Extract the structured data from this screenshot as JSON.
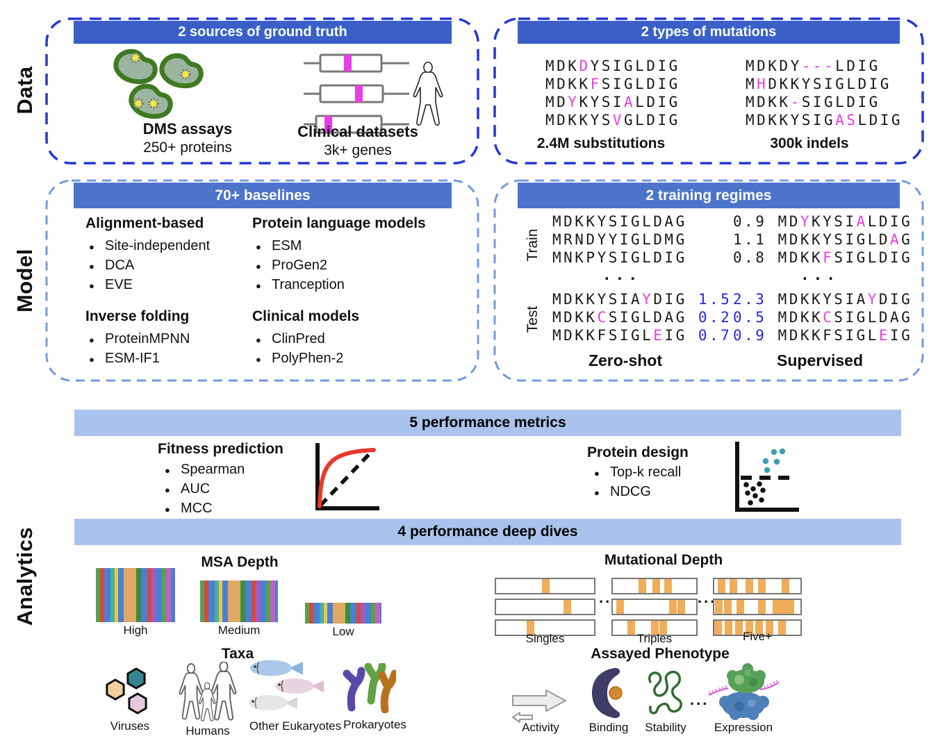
{
  "side_labels": {
    "data": "Data",
    "model": "Model",
    "analytics": "Analytics"
  },
  "colors": {
    "banner_dark_blue": "#3a60c8",
    "banner_model_blue": "#4c74cb",
    "banner_light_blue": "#a9c3ec",
    "data_box_border": "#2337d6",
    "model_box_border": "#6f9be0",
    "mutation_magenta": "#e83ee8",
    "score_blue": "#2626dc",
    "mutation_mark_orange": "#f0ad5a",
    "roc_curve_red": "#e8392e",
    "scatter_dot_teal": "#3d9fb0"
  },
  "ground_truth": {
    "title": "2 sources of ground truth",
    "dms_title": "DMS assays",
    "dms_subtitle": "250+ proteins",
    "clinical_title": "Clinical datasets",
    "clinical_subtitle": "3k+ genes"
  },
  "mutations": {
    "title": "2 types of mutations",
    "substitutions_label": "2.4M substitutions",
    "indels_label": "300k indels",
    "substitution_rows": [
      [
        {
          "t": "MDK"
        },
        {
          "t": "D",
          "c": "m"
        },
        {
          "t": "YSIGLDIG"
        }
      ],
      [
        {
          "t": "MDKK"
        },
        {
          "t": "F",
          "c": "m"
        },
        {
          "t": "SIGLDIG"
        }
      ],
      [
        {
          "t": "MD"
        },
        {
          "t": "Y",
          "c": "m"
        },
        {
          "t": "KYSI"
        },
        {
          "t": "A",
          "c": "m"
        },
        {
          "t": "LDIG"
        }
      ],
      [
        {
          "t": "MDKKYS"
        },
        {
          "t": "V",
          "c": "m"
        },
        {
          "t": "GLDIG"
        }
      ]
    ],
    "indel_rows": [
      [
        {
          "t": "MDKDY"
        },
        {
          "t": "---",
          "c": "m"
        },
        {
          "t": "LDIG"
        }
      ],
      [
        {
          "t": "M"
        },
        {
          "t": "H",
          "c": "m"
        },
        {
          "t": "DKKYSIGLDIG"
        }
      ],
      [
        {
          "t": "MDKK"
        },
        {
          "t": "-",
          "c": "m"
        },
        {
          "t": "SIGLDIG"
        }
      ],
      [
        {
          "t": "MDKKYSIG"
        },
        {
          "t": "AS",
          "c": "m"
        },
        {
          "t": "LDIG"
        }
      ]
    ]
  },
  "baselines": {
    "title": "70+ baselines",
    "groups": [
      {
        "title": "Alignment-based",
        "items": [
          "Site-independent",
          "DCA",
          "EVE"
        ]
      },
      {
        "title": "Protein language models",
        "items": [
          "ESM",
          "ProGen2",
          "Tranception"
        ]
      },
      {
        "title": "Inverse folding",
        "items": [
          "ProteinMPNN",
          "ESM-IF1"
        ]
      },
      {
        "title": "Clinical models",
        "items": [
          "ClinPred",
          "PolyPhen-2"
        ]
      }
    ]
  },
  "training": {
    "title": "2 training regimes",
    "train_label": "Train",
    "test_label": "Test",
    "ellipsis": "...",
    "zero_shot_label": "Zero-shot",
    "supervised_label": "Supervised",
    "zero_shot_train": [
      [
        {
          "t": "MDKKYSIGLDAG"
        }
      ],
      [
        {
          "t": "MRNDYYIGLDMG"
        }
      ],
      [
        {
          "t": "MNKPYSIGLDIG"
        }
      ]
    ],
    "zero_shot_test": [
      [
        {
          "t": "MDKKYSIA"
        },
        {
          "t": "Y",
          "c": "m"
        },
        {
          "t": "DIG "
        },
        {
          "t": "1.5",
          "c": "b"
        }
      ],
      [
        {
          "t": "MDKK"
        },
        {
          "t": "C",
          "c": "m"
        },
        {
          "t": "SIGLDAG "
        },
        {
          "t": "0.2",
          "c": "b"
        }
      ],
      [
        {
          "t": "MDKKFSIGL"
        },
        {
          "t": "E",
          "c": "m"
        },
        {
          "t": "IG "
        },
        {
          "t": "0.7",
          "c": "b"
        }
      ]
    ],
    "supervised_train": [
      [
        {
          "t": "0.9 MD"
        },
        {
          "t": "Y",
          "c": "m"
        },
        {
          "t": "KYSI"
        },
        {
          "t": "A",
          "c": "m"
        },
        {
          "t": "LDIG"
        }
      ],
      [
        {
          "t": "1.1 MDKKYSIGLD"
        },
        {
          "t": "A",
          "c": "m"
        },
        {
          "t": "G"
        }
      ],
      [
        {
          "t": "0.8 MDKK"
        },
        {
          "t": "F",
          "c": "m"
        },
        {
          "t": "SIGLDIG"
        }
      ]
    ],
    "supervised_test": [
      [
        {
          "t": "2.3",
          "c": "b"
        },
        {
          "t": " MDKKYSIA"
        },
        {
          "t": "Y",
          "c": "m"
        },
        {
          "t": "DIG"
        }
      ],
      [
        {
          "t": "0.5",
          "c": "b"
        },
        {
          "t": " MDKK"
        },
        {
          "t": "C",
          "c": "m"
        },
        {
          "t": "SIGLDAG"
        }
      ],
      [
        {
          "t": "0.9",
          "c": "b"
        },
        {
          "t": " MDKKFSIGL"
        },
        {
          "t": "E",
          "c": "m"
        },
        {
          "t": "IG"
        }
      ]
    ]
  },
  "metrics": {
    "banner": "5 performance metrics",
    "fitness_title": "Fitness prediction",
    "fitness_items": [
      "Spearman",
      "AUC",
      "MCC"
    ],
    "design_title": "Protein design",
    "design_items": [
      "Top-k recall",
      "NDCG"
    ]
  },
  "deep_dives": {
    "banner": "4 performance deep dives",
    "msa_title": "MSA Depth",
    "msa_levels": [
      "High",
      "Medium",
      "Low"
    ],
    "mut_title": "Mutational Depth",
    "mut_levels": [
      "Singles",
      "Triples",
      "Five+"
    ],
    "mut_ellipsis": "...",
    "taxa_title": "Taxa",
    "taxa_items": [
      "Viruses",
      "Humans",
      "Other Eukaryotes",
      "Prokaryotes"
    ],
    "phenotype_title": "Assayed Phenotype",
    "phenotype_items": [
      "Activity",
      "Binding",
      "Stability",
      "Expression"
    ],
    "phenotype_ellipsis": "..."
  }
}
